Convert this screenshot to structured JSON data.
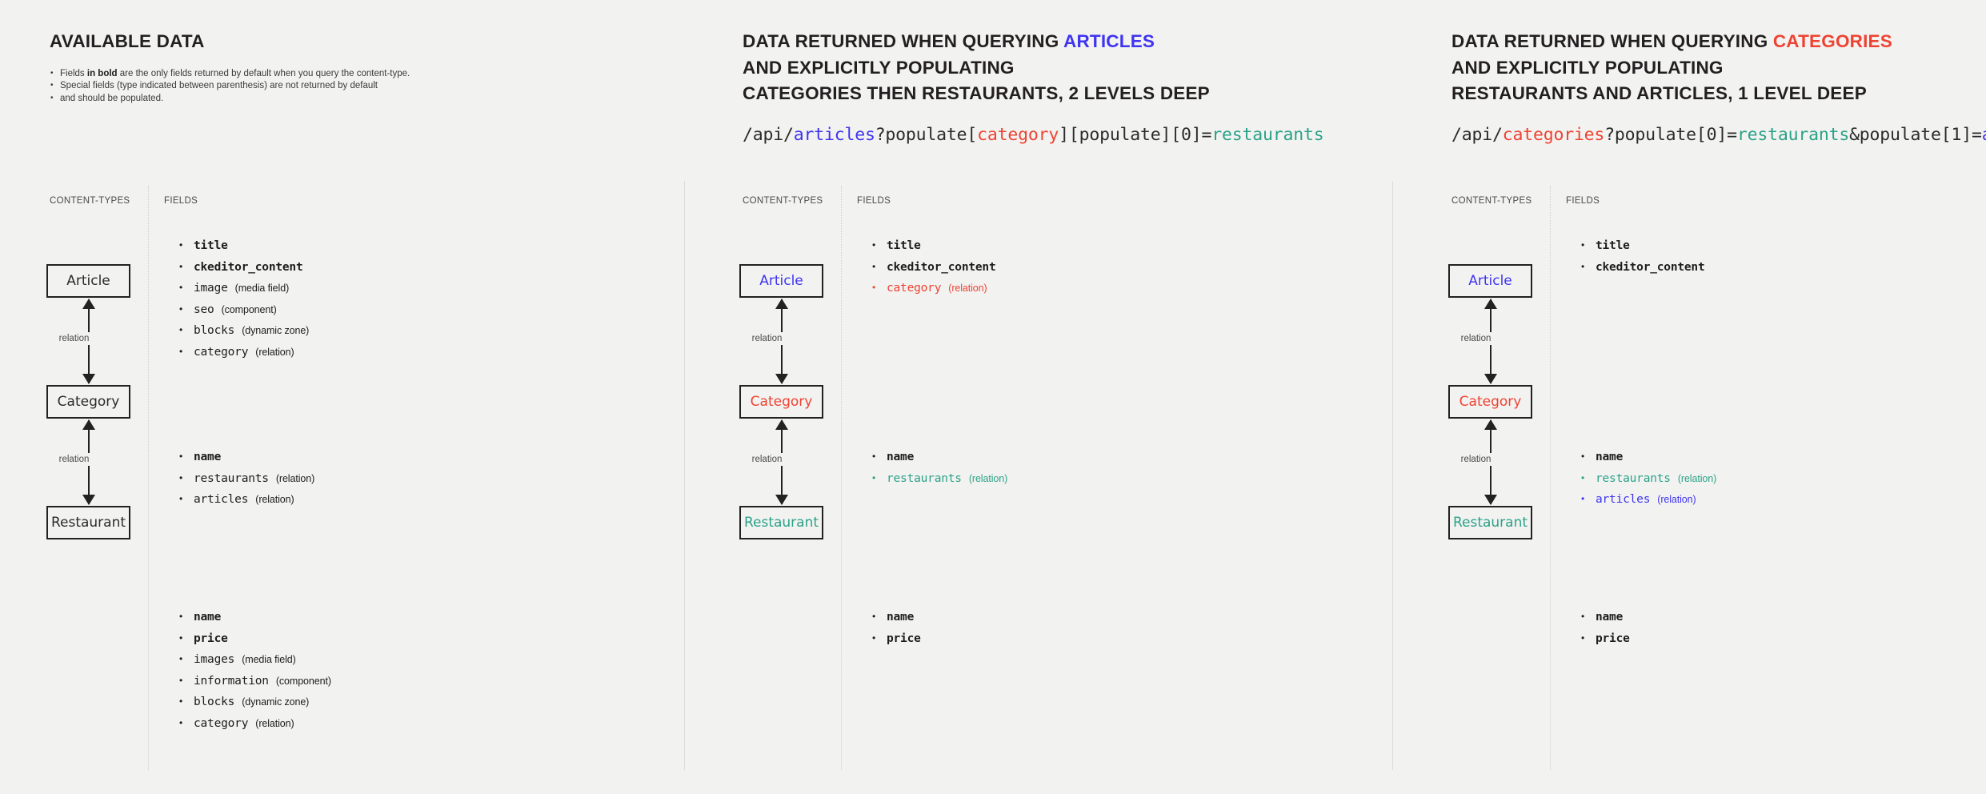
{
  "colors": {
    "background": "#f2f2f1",
    "text": "#2b2b2b",
    "articles_blue": "#3f34f0",
    "categories_red": "#ef4332",
    "restaurants_teal": "#2ba287",
    "node_border": "#222222",
    "divider": "#dcdcda",
    "dotted_divider": "#cfcfcd"
  },
  "common": {
    "label_content_types": "CONTENT-TYPES",
    "label_fields": "FIELDS",
    "relation_label": "relation",
    "type_media": "(media field)",
    "type_component": "(component)",
    "type_dynamic_zone": "(dynamic zone)",
    "type_relation": "(relation)"
  },
  "panels": [
    {
      "id": "available-data",
      "title_line1_plain": "AVAILABLE DATA",
      "title_line1_accent": "",
      "title_line2": "",
      "title_line3": "",
      "bullets": [
        {
          "pre": "Fields ",
          "bold": "in bold",
          "post": " are the only fields returned by default when you query the content-type."
        },
        {
          "pre": "Special fields (type indicated between parenthesis) are not returned by default",
          "bold": "",
          "post": ""
        },
        {
          "pre": "and should be populated.",
          "bold": "",
          "post": "",
          "continuation": true
        }
      ],
      "endpoint": [],
      "nodes": [
        {
          "label": "Article",
          "color": "dark"
        },
        {
          "label": "Category",
          "color": "dark"
        },
        {
          "label": "Restaurant",
          "color": "dark"
        }
      ],
      "field_groups": {
        "article": [
          {
            "name": "title",
            "type": "",
            "bold": true,
            "color": "dark"
          },
          {
            "name": "ckeditor_content",
            "type": "",
            "bold": true,
            "color": "dark"
          },
          {
            "name": "image",
            "type": "(media field)",
            "bold": false,
            "color": "dark"
          },
          {
            "name": "seo",
            "type": "(component)",
            "bold": false,
            "color": "dark"
          },
          {
            "name": "blocks",
            "type": "(dynamic zone)",
            "bold": false,
            "color": "dark"
          },
          {
            "name": "category",
            "type": "(relation)",
            "bold": false,
            "color": "dark"
          }
        ],
        "category": [
          {
            "name": "name",
            "type": "",
            "bold": true,
            "color": "dark"
          },
          {
            "name": "restaurants",
            "type": "(relation)",
            "bold": false,
            "color": "dark"
          },
          {
            "name": "articles",
            "type": "(relation)",
            "bold": false,
            "color": "dark"
          }
        ],
        "restaurant": [
          {
            "name": "name",
            "type": "",
            "bold": true,
            "color": "dark"
          },
          {
            "name": "price",
            "type": "",
            "bold": true,
            "color": "dark"
          },
          {
            "name": "images",
            "type": "(media field)",
            "bold": false,
            "color": "dark"
          },
          {
            "name": "information",
            "type": "(component)",
            "bold": false,
            "color": "dark"
          },
          {
            "name": "blocks",
            "type": "(dynamic zone)",
            "bold": false,
            "color": "dark"
          },
          {
            "name": "category",
            "type": "(relation)",
            "bold": false,
            "color": "dark"
          }
        ]
      }
    },
    {
      "id": "query-articles",
      "title_line1_plain": "DATA RETURNED WHEN QUERYING ",
      "title_line1_accent": "ARTICLES",
      "title_line1_accent_color": "blue",
      "title_line2": "AND EXPLICITLY POPULATING",
      "title_line3": "CATEGORIES THEN RESTAURANTS, 2 LEVELS DEEP",
      "bullets": [],
      "endpoint": [
        {
          "text": "/api/",
          "color": "dark"
        },
        {
          "text": "articles",
          "color": "blue"
        },
        {
          "text": "?populate[",
          "color": "dark"
        },
        {
          "text": "category",
          "color": "red"
        },
        {
          "text": "][populate][0]=",
          "color": "dark"
        },
        {
          "text": "restaurants",
          "color": "teal"
        }
      ],
      "nodes": [
        {
          "label": "Article",
          "color": "blue"
        },
        {
          "label": "Category",
          "color": "red"
        },
        {
          "label": "Restaurant",
          "color": "teal"
        }
      ],
      "field_groups": {
        "article": [
          {
            "name": "title",
            "type": "",
            "bold": true,
            "color": "dark"
          },
          {
            "name": "ckeditor_content",
            "type": "",
            "bold": true,
            "color": "dark"
          },
          {
            "name": "category",
            "type": "(relation)",
            "bold": false,
            "color": "red"
          }
        ],
        "category": [
          {
            "name": "name",
            "type": "",
            "bold": true,
            "color": "dark"
          },
          {
            "name": "restaurants",
            "type": "(relation)",
            "bold": false,
            "color": "teal"
          }
        ],
        "restaurant": [
          {
            "name": "name",
            "type": "",
            "bold": true,
            "color": "dark"
          },
          {
            "name": "price",
            "type": "",
            "bold": true,
            "color": "dark"
          }
        ]
      }
    },
    {
      "id": "query-categories",
      "title_line1_plain": "DATA RETURNED WHEN QUERYING ",
      "title_line1_accent": "CATEGORIES",
      "title_line1_accent_color": "red",
      "title_line2": "AND EXPLICITLY POPULATING",
      "title_line3": "RESTAURANTS AND ARTICLES, 1 LEVEL DEEP",
      "bullets": [],
      "endpoint": [
        {
          "text": "/api/",
          "color": "dark"
        },
        {
          "text": "categories",
          "color": "red"
        },
        {
          "text": "?populate[0]=",
          "color": "dark"
        },
        {
          "text": "restaurants",
          "color": "teal"
        },
        {
          "text": "&populate[1]=",
          "color": "dark"
        },
        {
          "text": "articles",
          "color": "blue"
        }
      ],
      "nodes": [
        {
          "label": "Article",
          "color": "blue"
        },
        {
          "label": "Category",
          "color": "red"
        },
        {
          "label": "Restaurant",
          "color": "teal"
        }
      ],
      "field_groups": {
        "article": [
          {
            "name": "title",
            "type": "",
            "bold": true,
            "color": "dark"
          },
          {
            "name": "ckeditor_content",
            "type": "",
            "bold": true,
            "color": "dark"
          }
        ],
        "category": [
          {
            "name": "name",
            "type": "",
            "bold": true,
            "color": "dark"
          },
          {
            "name": "restaurants",
            "type": "(relation)",
            "bold": false,
            "color": "teal"
          },
          {
            "name": "articles",
            "type": "(relation)",
            "bold": false,
            "color": "blue"
          }
        ],
        "restaurant": [
          {
            "name": "name",
            "type": "",
            "bold": true,
            "color": "dark"
          },
          {
            "name": "price",
            "type": "",
            "bold": true,
            "color": "dark"
          }
        ]
      }
    }
  ]
}
